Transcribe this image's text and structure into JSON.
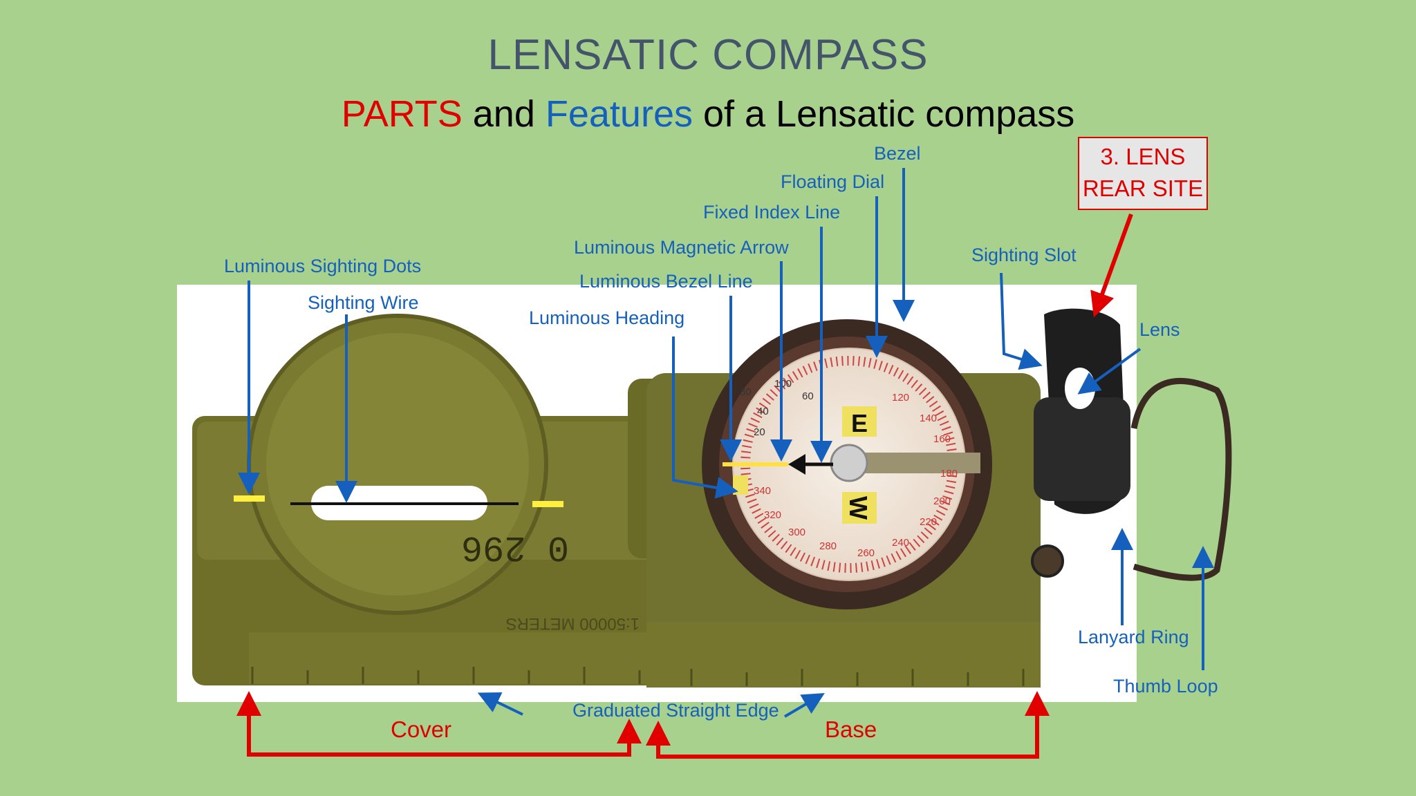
{
  "title": "LENSATIC COMPASS",
  "subtitle": {
    "word1": "PARTS",
    "word2": " and ",
    "word3": "Features",
    "word4": " of a Lensatic compass"
  },
  "colors": {
    "background": "#a9d18e",
    "label_blue": "#1560bd",
    "label_red": "#e00000",
    "title": "#44546a"
  },
  "labels": {
    "luminous_sighting_dots": "Luminous Sighting Dots",
    "sighting_wire": "Sighting Wire",
    "luminous_heading": "Luminous Heading",
    "luminous_bezel_line": "Luminous Bezel Line",
    "luminous_magnetic_arrow": "Luminous Magnetic Arrow",
    "fixed_index_line": "Fixed Index Line",
    "floating_dial": "Floating Dial",
    "bezel": "Bezel",
    "sighting_slot": "Sighting Slot",
    "lens": "Lens",
    "lanyard_ring": "Lanyard Ring",
    "thumb_loop": "Thumb Loop",
    "graduated_straight_edge": "Graduated Straight Edge",
    "cover": "Cover",
    "base": "Base",
    "lens_rear_site_1": "3. LENS",
    "lens_rear_site_2": "REAR SITE"
  },
  "compass_markings": {
    "serial": "0 296",
    "letter_e": "E",
    "letter_w": "W",
    "scale_text": "1:50000 METERS",
    "dial_numbers": [
      "80",
      "100",
      "120",
      "140",
      "160",
      "180",
      "200",
      "220",
      "240",
      "260",
      "280",
      "300",
      "320",
      "340",
      "20",
      "40",
      "60"
    ]
  }
}
